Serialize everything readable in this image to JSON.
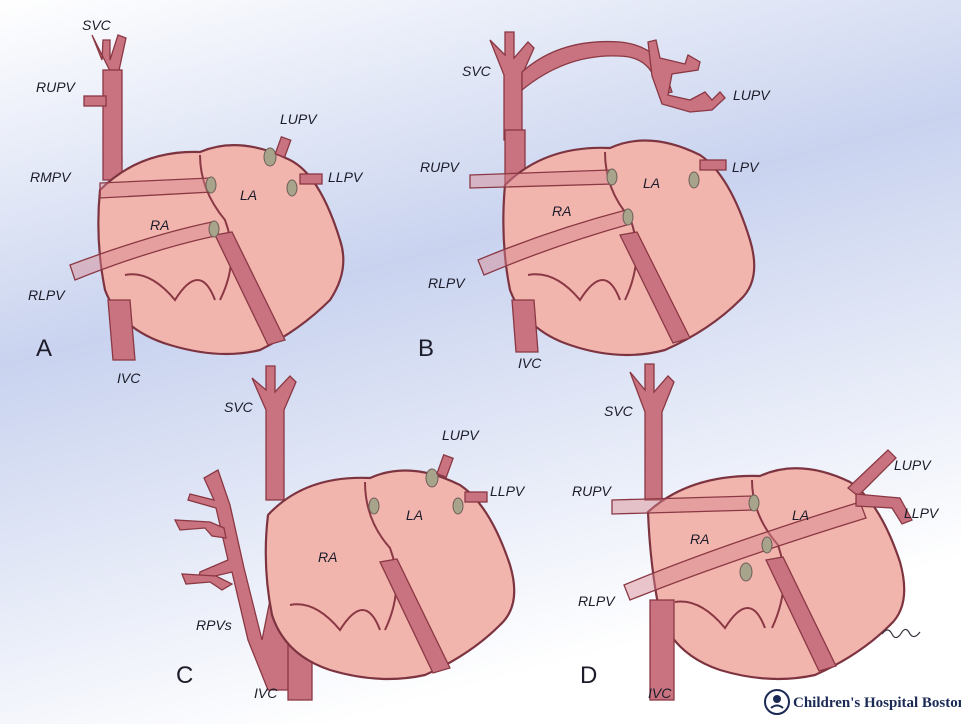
{
  "panels": [
    {
      "letter": "A",
      "labels": {
        "svc": "SVC",
        "rupv": "RUPV",
        "rmpv": "RMPV",
        "rlpv": "RLPV",
        "lupv": "LUPV",
        "llpv": "LLPV",
        "la": "LA",
        "ra": "RA",
        "ivc": "IVC"
      }
    },
    {
      "letter": "B",
      "labels": {
        "svc": "SVC",
        "lupv": "LUPV",
        "rupv": "RUPV",
        "lpv": "LPV",
        "rlpv": "RLPV",
        "la": "LA",
        "ra": "RA",
        "ivc": "IVC"
      }
    },
    {
      "letter": "C",
      "labels": {
        "svc": "SVC",
        "lupv": "LUPV",
        "llpv": "LLPV",
        "la": "LA",
        "ra": "RA",
        "rpvs": "RPVs",
        "ivc": "IVC"
      }
    },
    {
      "letter": "D",
      "labels": {
        "svc": "SVC",
        "rupv": "RUPV",
        "lupv": "LUPV",
        "llpv": "LLPV",
        "la": "LA",
        "ra": "RA",
        "rlpv": "RLPV",
        "ivc": "IVC"
      }
    }
  ],
  "logo": {
    "text": "Children's Hospital Boston"
  },
  "colors": {
    "background_top": "#ffffff",
    "background_mid": "#c9d3ef",
    "background_bottom": "#ffffff",
    "heart_fill": "#f2b5ad",
    "vessel_fill": "#c8737f",
    "outline": "#7d3440"
  }
}
